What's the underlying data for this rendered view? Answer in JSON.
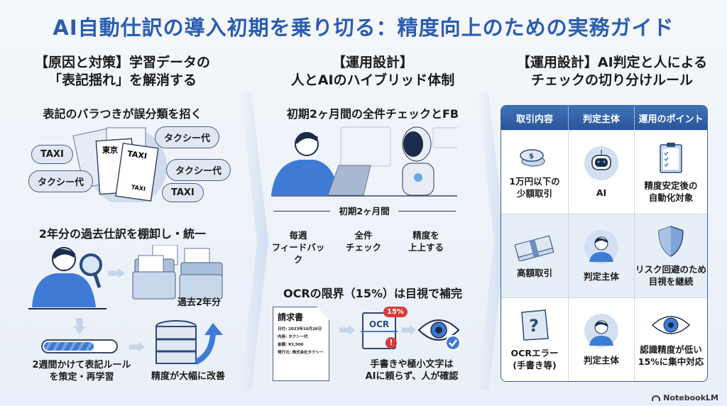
{
  "title": "AI自動仕訳の導入初期を乗り切る：精度向上のための実務ガイド",
  "col1": {
    "heading_line1": "【原因と対策】学習データの",
    "heading_line2": "「表記揺れ」を解消する",
    "sub1": "表記のバラつきが誤分類を招く",
    "bubbles": [
      "TAXI",
      "タクシー代",
      "タクシー代",
      "タクシー代",
      "TAXI"
    ],
    "doc_labels": [
      "東京",
      "TAXI",
      "TAXI"
    ],
    "sub2": "2年分の過去仕訳を棚卸し・統一",
    "folders_label": "過去2年分",
    "progress": 0.7,
    "progress_label_line1": "2週間かけて表記ルール",
    "progress_label_line2": "を策定・再学習",
    "db_label": "精度が大幅に改善"
  },
  "col2": {
    "heading_line1": "【運用設計】",
    "heading_line2": "人とAIのハイブリッド体制",
    "sub1": "初期2ヶ月間の全件チェックとFB",
    "timeline_label": "初期2ヶ月間",
    "steps": [
      {
        "l1": "毎週",
        "l2": "フィードバック"
      },
      {
        "l1": "全件",
        "l2": "チェック"
      },
      {
        "l1": "精度を",
        "l2": "上上する"
      }
    ],
    "sub2": "OCRの限界（15%）は目視で補完",
    "invoice": {
      "title": "請求書",
      "lines": [
        "日付: 2023年10月26日",
        "内容: タクシー代",
        "金額: ¥3,500",
        "発行元: 株式会社タクシー"
      ]
    },
    "ocr_label": "OCR",
    "ocr_badge": "15%",
    "note_line1": "手書きや極小文字は",
    "note_line2": "AIに頼らず、人が確認"
  },
  "col3": {
    "heading_line1": "【運用設計】AI判定と人による",
    "heading_line2": "チェックの切り分けルール",
    "headers": [
      "取引内容",
      "判定主体",
      "運用のポイント"
    ],
    "rows": [
      {
        "deal": [
          "1万円以下の",
          "少額取引"
        ],
        "deal_icon": "coins-icon",
        "judge": "AI",
        "judge_icon": "robot-icon",
        "point": [
          "精度安定後の",
          "自動化対象"
        ],
        "point_icon": "clipboard-check-icon"
      },
      {
        "deal": [
          "高額取引"
        ],
        "deal_icon": "cash-stack-icon",
        "judge": "判定主体",
        "judge_icon": "person-icon",
        "point": [
          "リスク回避のため",
          "目視を継続"
        ],
        "point_icon": "shield-icon"
      },
      {
        "deal": [
          "OCRエラー",
          "(手書き等)"
        ],
        "deal_icon": "question-doc-icon",
        "judge": "判定主体",
        "judge_icon": "person-icon",
        "point": [
          "認識精度が低い",
          "15%に集中対応"
        ],
        "point_icon": "eye-icon"
      }
    ]
  },
  "footer": {
    "brand": "NotebookLM"
  },
  "colors": {
    "accent": "#2a5db0",
    "primary": "#3f72b8",
    "light": "#dfe7f3"
  }
}
